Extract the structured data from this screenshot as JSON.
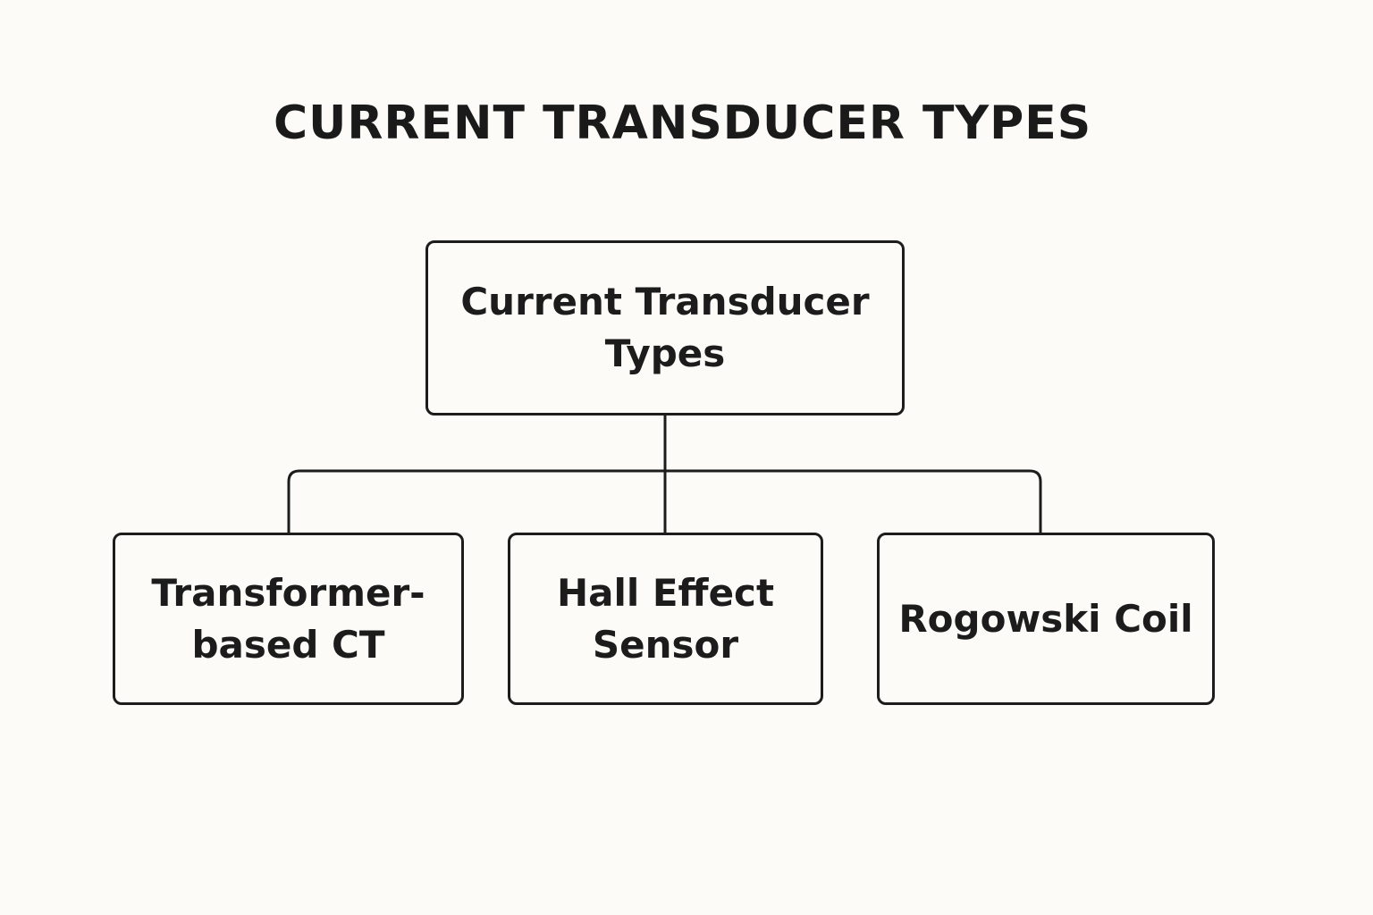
{
  "title": "CURRENT TRANSDUCER TYPES",
  "root": {
    "label": "Current Transducer\nTypes"
  },
  "children": [
    {
      "label": "Transformer-\nbased CT"
    },
    {
      "label": "Hall Effect\nSensor"
    },
    {
      "label": "Rogowski Coil"
    }
  ],
  "colors": {
    "background": "#fcfbf8",
    "stroke": "#1c1c1c",
    "text": "#1c1c1c"
  }
}
